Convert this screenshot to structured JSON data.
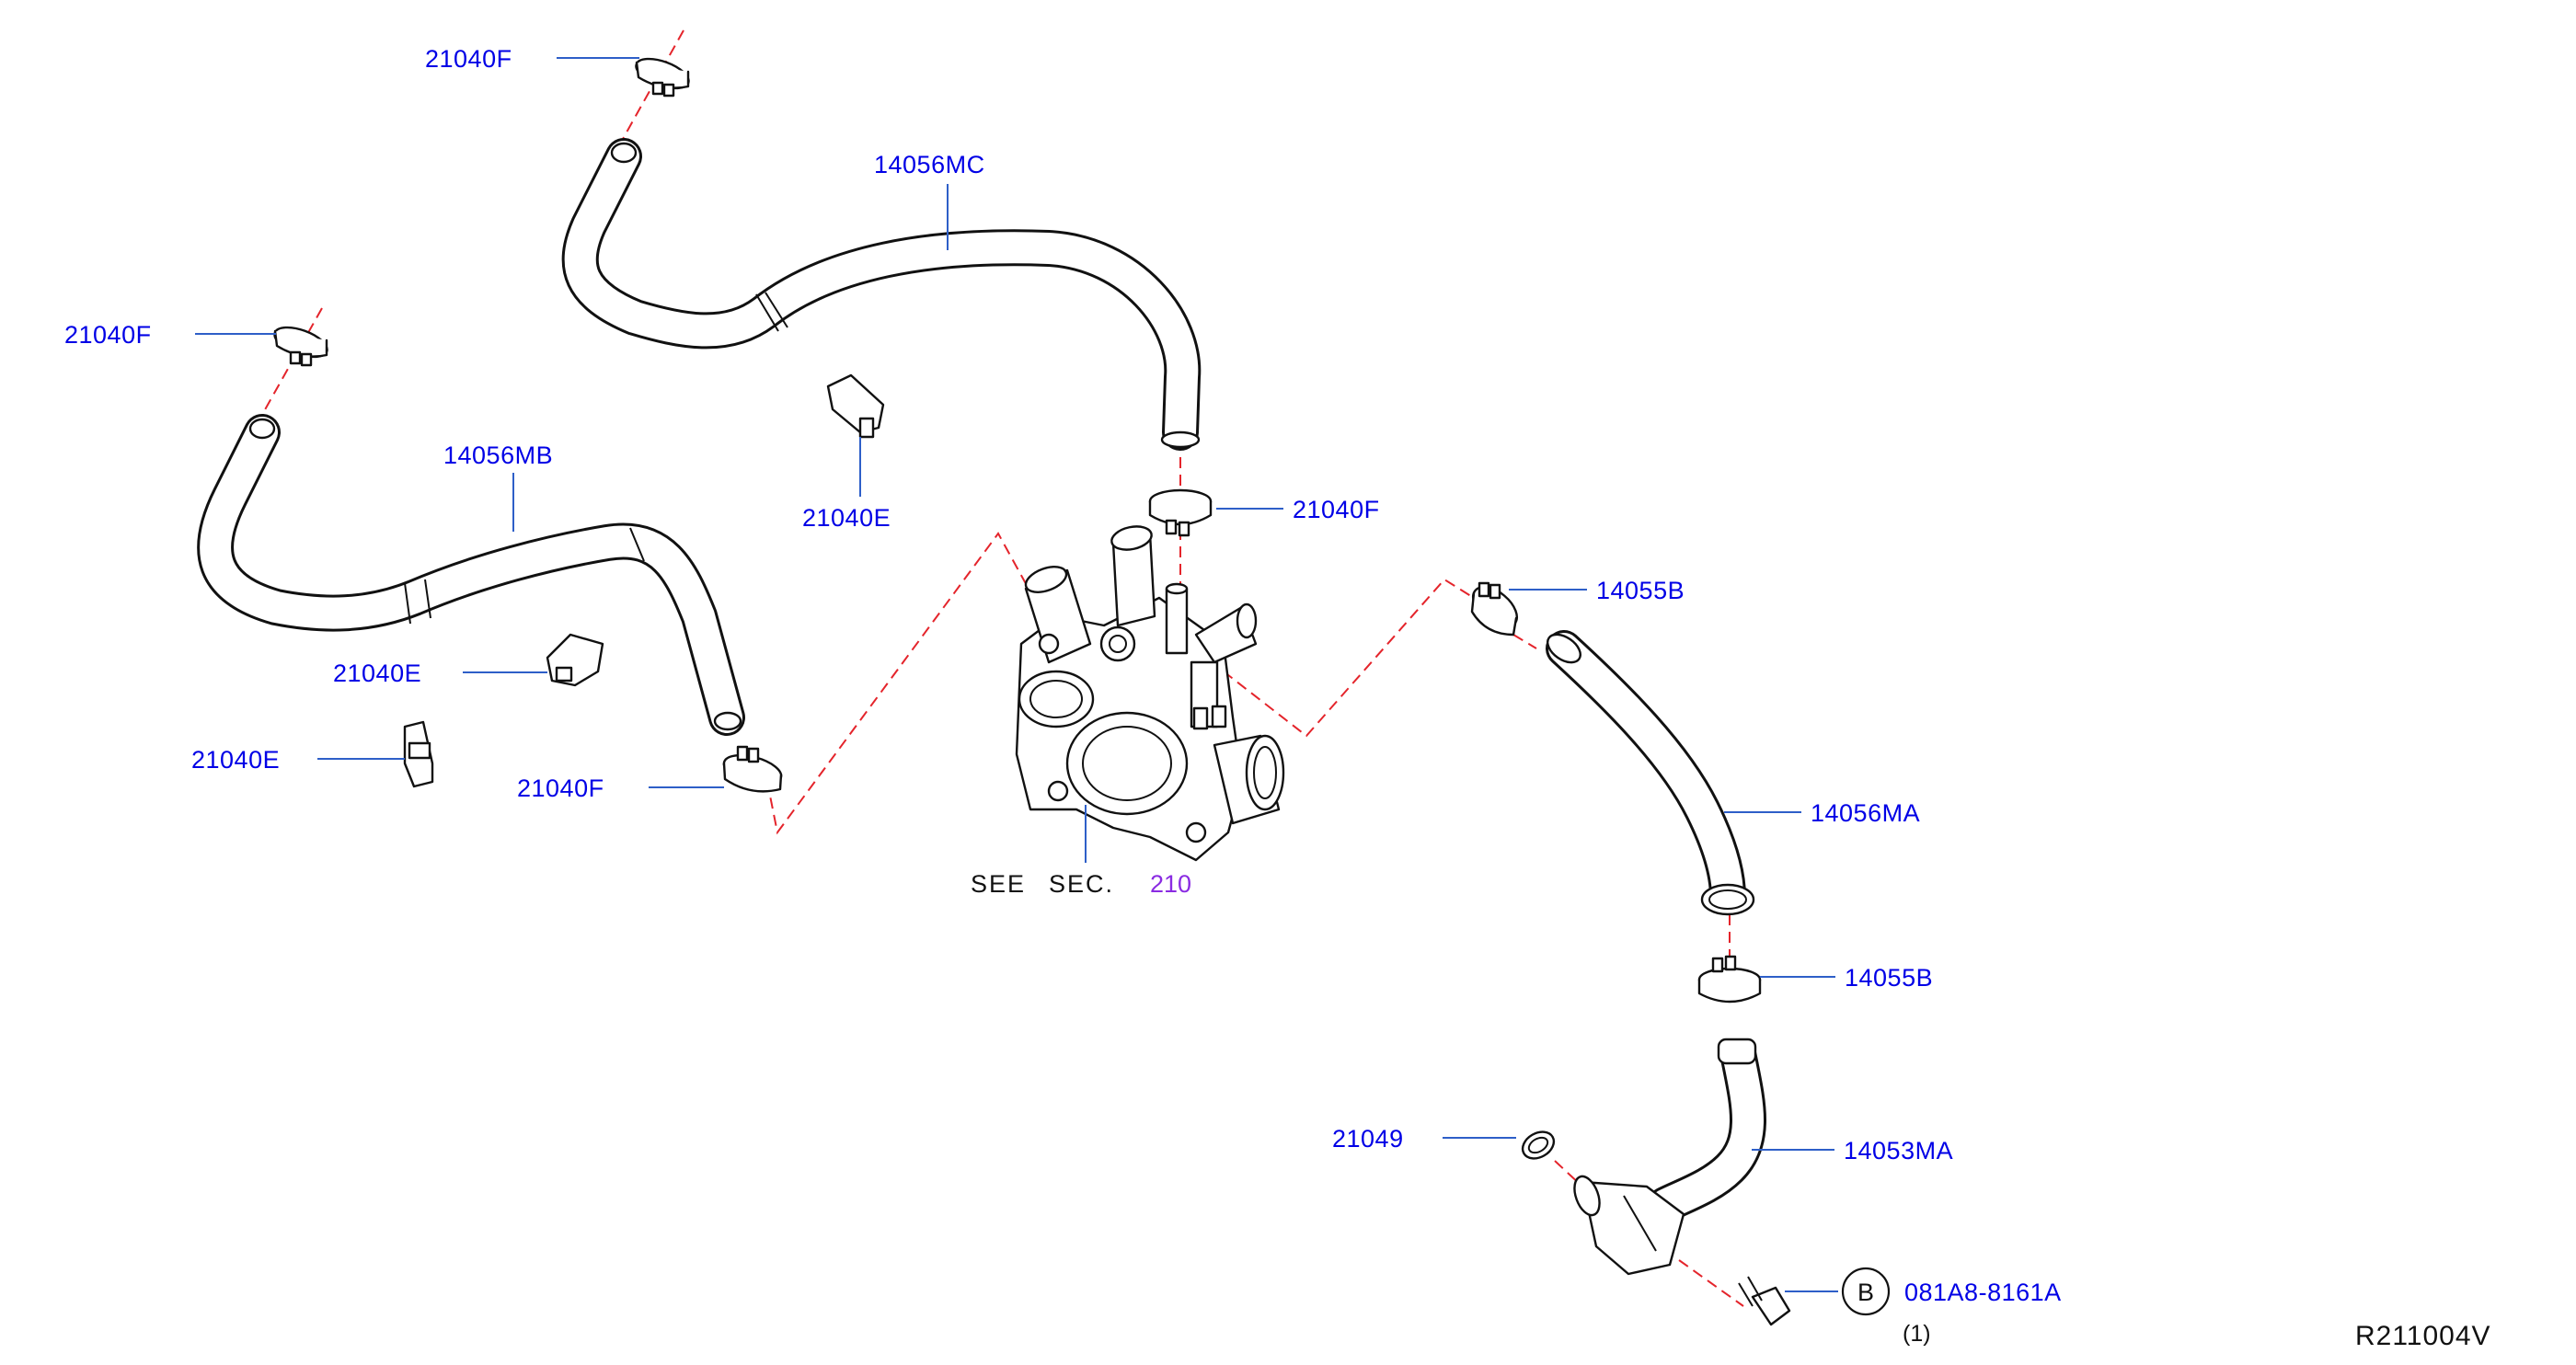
{
  "callouts": {
    "clamp_top": "21040F",
    "hose_mc": "14056MC",
    "clamp_left": "21040F",
    "hose_mb": "14056MB",
    "clip_center": "21040E",
    "clamp_center": "21040F",
    "clip_left_mid": "21040E",
    "clip_left_low": "21040E",
    "clamp_bottom_left": "21040F",
    "clamp_right_top": "14055B",
    "hose_ma": "14056MA",
    "clamp_right_low": "14055B",
    "oring": "21049",
    "pipe_ma": "14053MA",
    "bolt": "081A8-8161A",
    "bolt_qty": "(1)",
    "bolt_marker": "B"
  },
  "see_section": {
    "text1": "SEE",
    "text2": "SEC.",
    "ref": "210"
  },
  "diagram_id": "R211004V"
}
